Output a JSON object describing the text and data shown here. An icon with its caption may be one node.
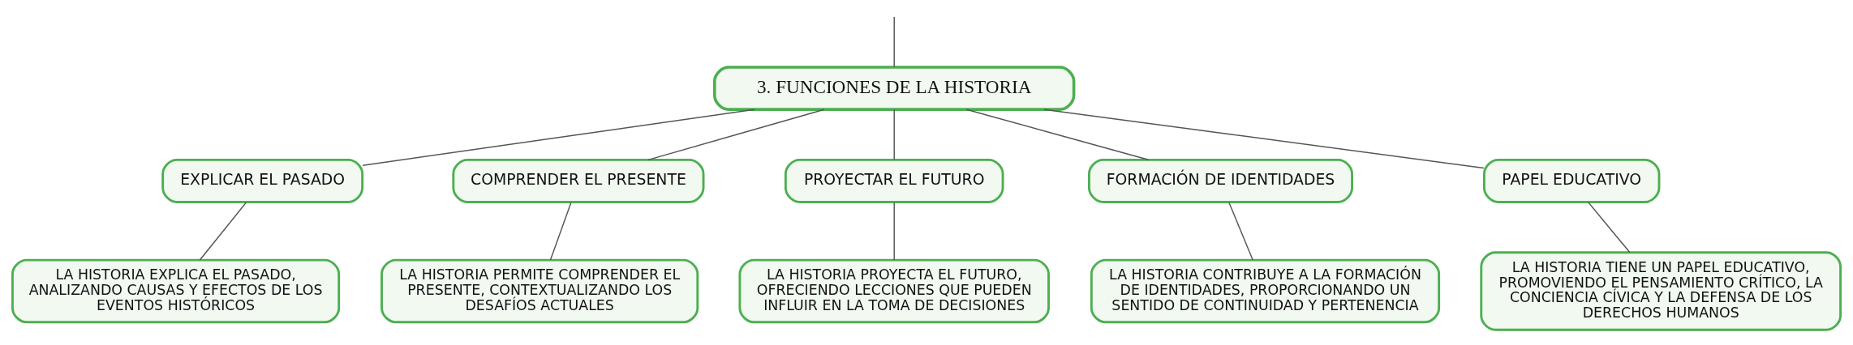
{
  "diagram": {
    "nodes": [
      {
        "text": [
          "3. FUNCIONES DE LA HISTORIA"
        ]
      },
      {
        "text": [
          "EXPLICAR EL PASADO"
        ]
      },
      {
        "text": [
          "COMPRENDER EL PRESENTE"
        ]
      },
      {
        "text": [
          "PROYECTAR EL FUTURO"
        ]
      },
      {
        "text": [
          "FORMACIÓN DE IDENTIDADES"
        ]
      },
      {
        "text": [
          "PAPEL EDUCATIVO"
        ]
      },
      {
        "text": [
          "LA HISTORIA EXPLICA EL PASADO, ANALIZANDO CAUSAS Y EFECTOS DE LOS EVENTOS HISTÓRICOS"
        ]
      },
      {
        "text": [
          "LA HISTORIA PERMITE COMPRENDER EL PRESENTE, CONTEXTUALIZANDO LOS DESAFÍOS ACTUALES"
        ]
      },
      {
        "text": [
          "LA HISTORIA PROYECTA EL FUTURO, OFRECIENDO LECCIONES QUE PUEDEN INFLUIR EN LA TOMA DE DECISIONES"
        ]
      },
      {
        "text": [
          "LA HISTORIA CONTRIBUYE A LA FORMACIÓN DE IDENTIDADES, PROPORCIONANDO UN SENTIDO DE CONTINUIDAD Y PERTENENCIA"
        ]
      },
      {
        "text": [
          "LA HISTORIA TIENE UN PAPEL EDUCATIVO, PROMOVIENDO EL PENSAMIENTO CRÍTICO, LA CONCIENCIA CÍVICA Y LA DEFENSA DE LOS DERECHOS HUMANOS"
        ]
      }
    ],
    "edges": [
      {
        "from": null,
        "to": 0,
        "arrow": "none"
      },
      {
        "from": 0,
        "to": 1,
        "arrow": "none"
      },
      {
        "from": 0,
        "to": 2,
        "arrow": "none"
      },
      {
        "from": 0,
        "to": 3,
        "arrow": "none"
      },
      {
        "from": 0,
        "to": 4,
        "arrow": "none"
      },
      {
        "from": 0,
        "to": 5,
        "arrow": "none"
      },
      {
        "from": 1,
        "to": 6,
        "arrow": "none"
      },
      {
        "from": 2,
        "to": 7,
        "arrow": "none"
      },
      {
        "from": 3,
        "to": 8,
        "arrow": "none"
      },
      {
        "from": 4,
        "to": 9,
        "arrow": "none"
      },
      {
        "from": 5,
        "to": 10,
        "arrow": "none"
      }
    ]
  }
}
